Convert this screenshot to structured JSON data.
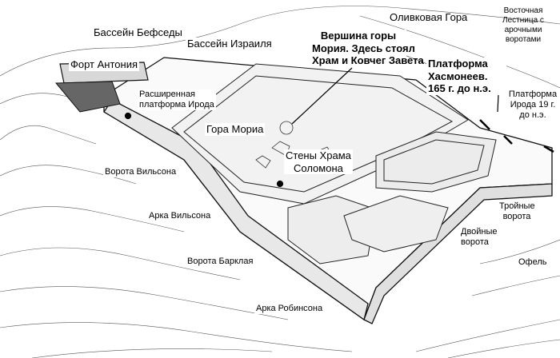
{
  "title": "",
  "labels": {
    "olive_mount": "Оливковая Гора",
    "east_stair": [
      "Восточная",
      "Лестница с",
      "арочными",
      "воротами"
    ],
    "bethesda": "Бассейн Бефседы",
    "israel_pool": "Бассейн Израиля",
    "summit": [
      "Вершина горы",
      "Мория. Здесь стоял",
      "Храм и Ковчег Завета"
    ],
    "antonia": "Форт Антония",
    "hasmonean": [
      "Платформа",
      "Хасмонеев.",
      "165 г. до н.э."
    ],
    "herod_ext": [
      "Расширенная",
      "платформа Ирода"
    ],
    "herod19": [
      "Платформа",
      "Ирода 19 г.",
      "до н.э."
    ],
    "moriah": "Гора Мориа",
    "solomon": [
      "Стены Храма",
      "Соломона"
    ],
    "wilson_gate": "Ворота Вильсона",
    "wilson_arch": "Арка Вильсона",
    "triple_gate": [
      "Тройные",
      "ворота"
    ],
    "double_gate": [
      "Двойные",
      "ворота"
    ],
    "barclay": "Ворота Барклая",
    "ophel": "Офель",
    "robinson": "Арка Робинсона"
  }
}
